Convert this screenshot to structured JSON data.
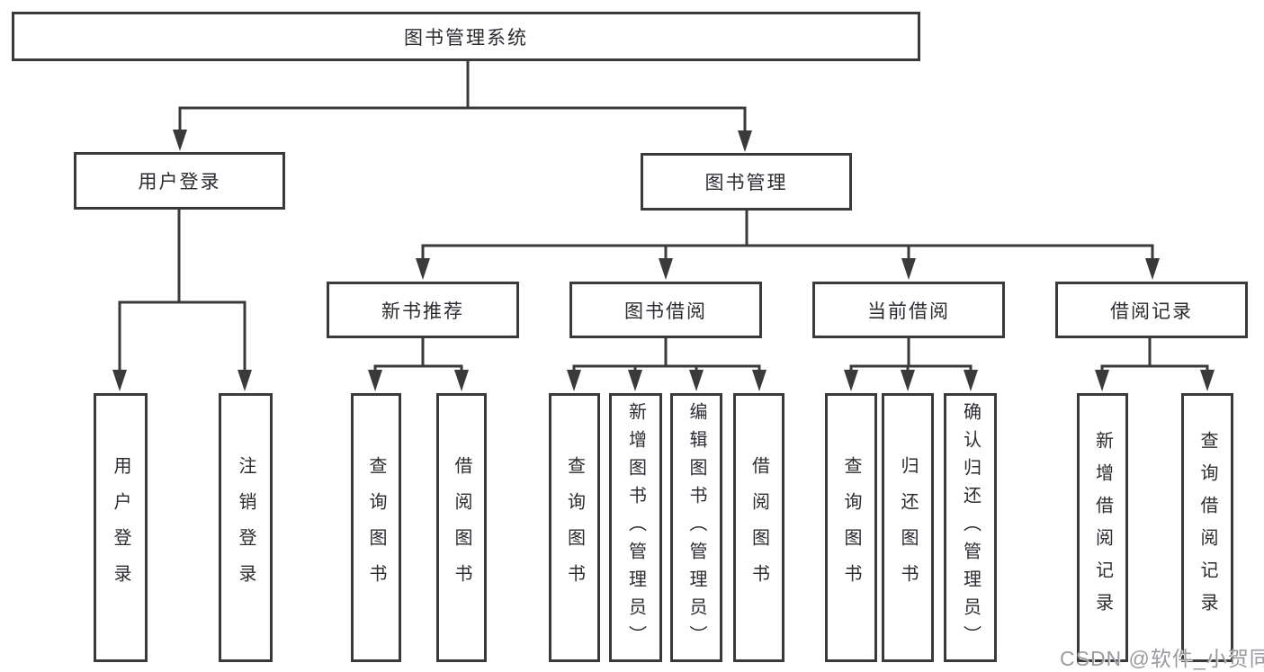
{
  "diagram": {
    "root_label": "图书管理系统",
    "login_branch": {
      "label": "用户登录",
      "children": [
        "用户登录",
        "注销登录"
      ]
    },
    "mgmt_branch": {
      "label": "图书管理",
      "sections": [
        {
          "label": "新书推荐",
          "children": [
            "查询图书",
            "借阅图书"
          ]
        },
        {
          "label": "图书借阅",
          "children": [
            "查询图书",
            "新增图书（管理员）",
            "编辑图书（管理员）",
            "借阅图书"
          ]
        },
        {
          "label": "当前借阅",
          "children": [
            "查询图书",
            "归还图书",
            "确认归还（管理员）"
          ]
        },
        {
          "label": "借阅记录",
          "children": [
            "新增借阅记录",
            "查询借阅记录"
          ]
        }
      ]
    },
    "watermark": "CSDN @软件_小贺同学",
    "colors": {
      "line": "#3a3a3a",
      "text": "#2b2c31",
      "background": "#ffffff",
      "watermark": "#9a9aa0"
    }
  }
}
